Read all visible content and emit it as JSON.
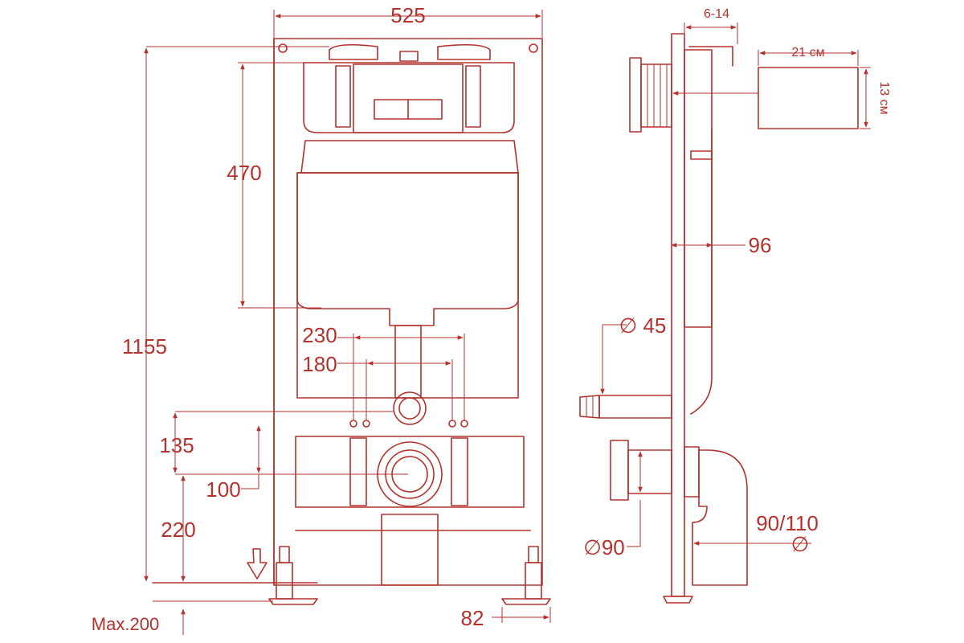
{
  "colors": {
    "ink": "#b3322d",
    "background": "#ffffff"
  },
  "dimensions": {
    "width_top": "525",
    "total_height": "1155",
    "tank_height": "470",
    "inlet_spacing_outer": "230",
    "inlet_spacing_inner": "180",
    "inlet_height_offset": "135",
    "outlet_offset": "100",
    "outlet_height": "220",
    "leg_extension": "Max.200",
    "foot_width": "82",
    "wall_thickness": "6-14",
    "plate_width": "21 см",
    "plate_height": "13 см",
    "frame_depth": "96",
    "inlet_diameter": "∅ 45",
    "pipe_diameter": "∅90",
    "drain_diameter": "90/110",
    "drain_diameter_symbol": "∅"
  }
}
